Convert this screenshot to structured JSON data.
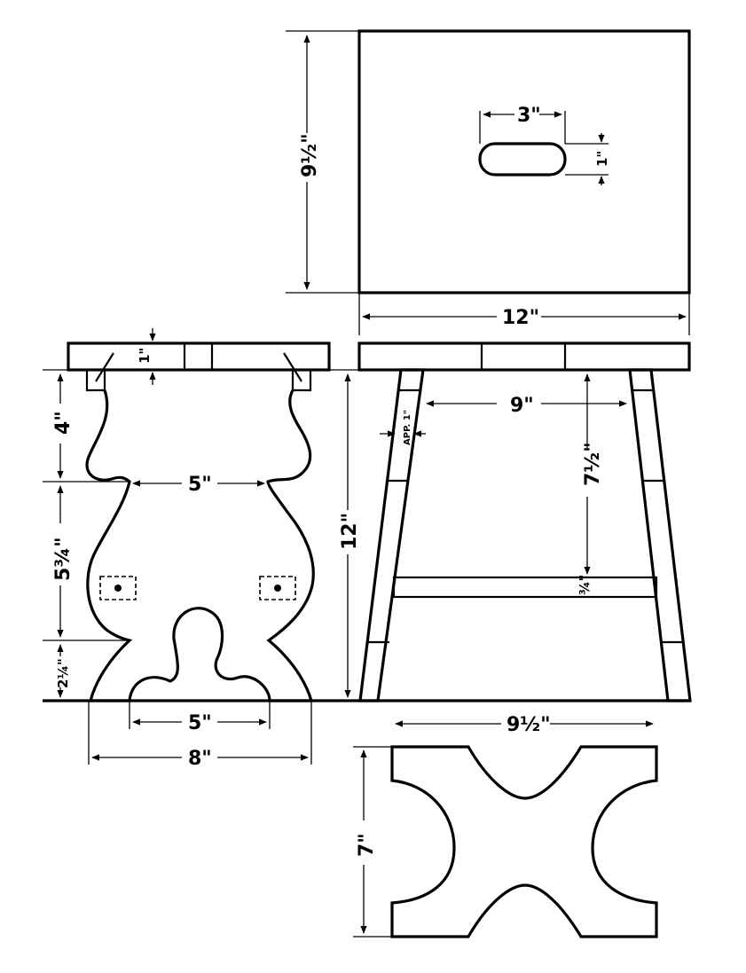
{
  "labels": {
    "top_height": "9½\"",
    "slot_width": "3\"",
    "slot_height": "1\"",
    "top_width": "12\"",
    "seat_thickness": "1\"",
    "leg_top_span": "9\"",
    "leg_width": "APP. 1\"",
    "leg_rail_height": "7½\"",
    "rail_thickness": "¾\"",
    "side_upper": "4\"",
    "side_waist": "5\"",
    "side_middle": "5¾\"",
    "side_lower": "2¼\"",
    "total_height": "12\"",
    "foot_span": "5\"",
    "base_width": "8\"",
    "base_plan_width": "9½\"",
    "base_plan_depth": "7\""
  }
}
